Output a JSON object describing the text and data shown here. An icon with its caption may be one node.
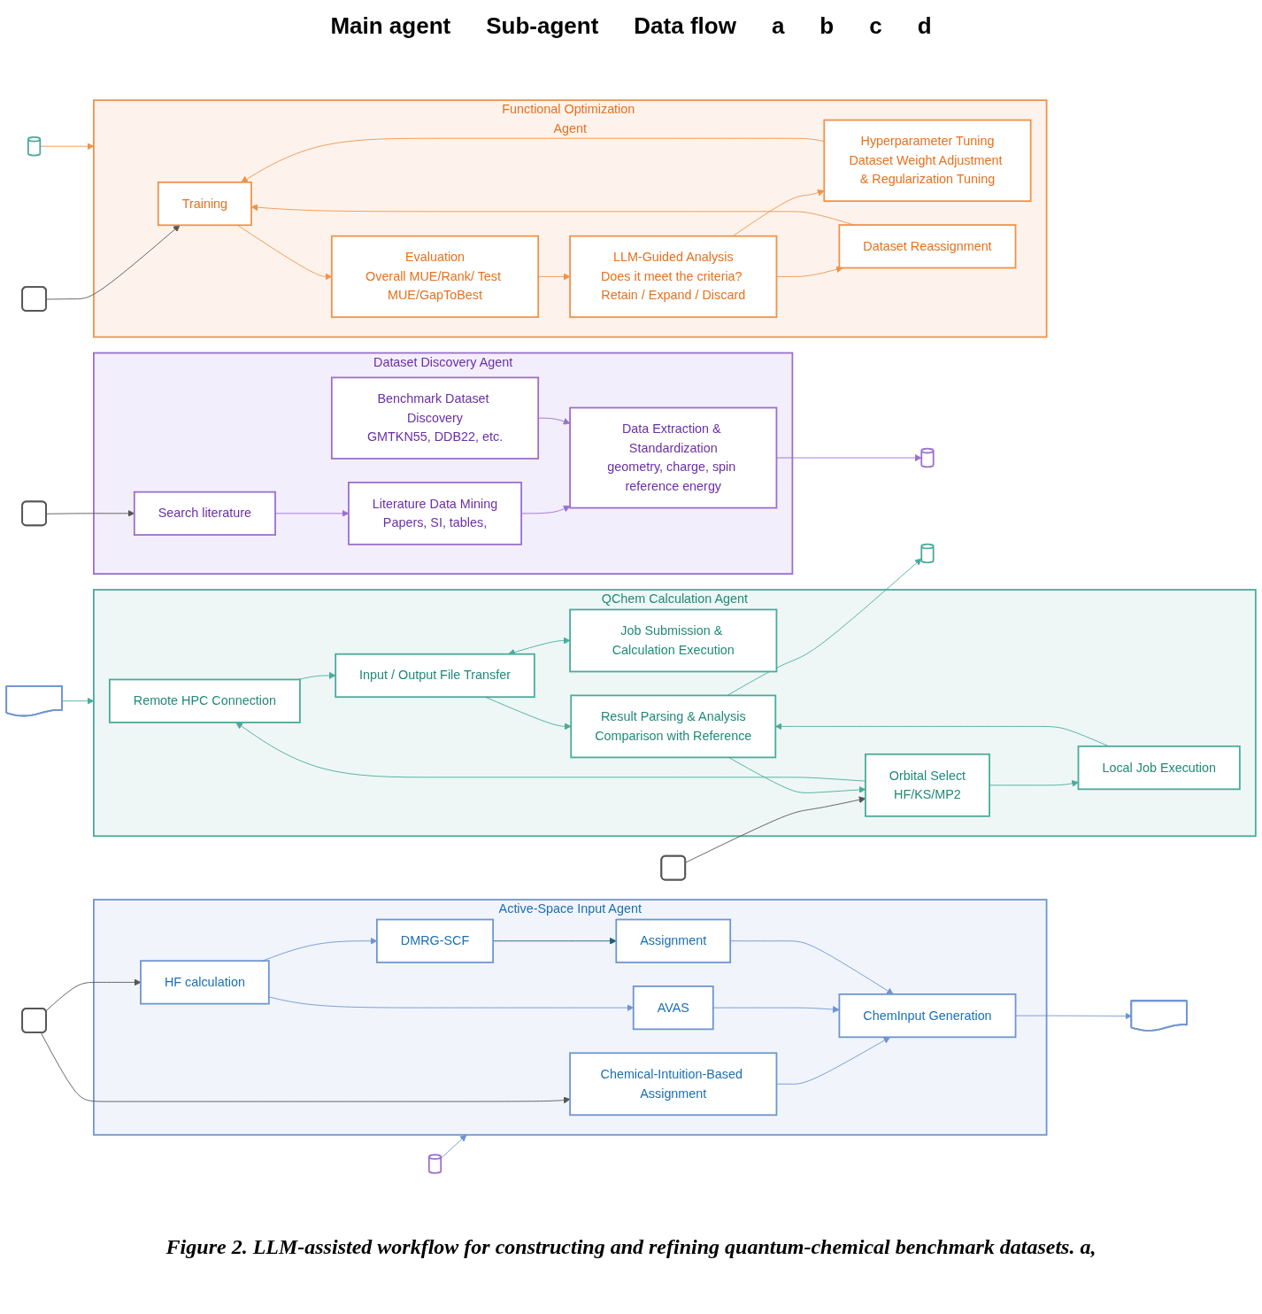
{
  "diagram": {
    "caption": "Figure 2. LLM-assisted workflow for constructing and refining quantum-chemical benchmark datasets. a,",
    "nodes": [
      {
        "text": [
          "Dataset Discovery Agent"
        ]
      },
      {
        "text": [
          "Search literature"
        ],
        "in": 0
      },
      {
        "text": [
          "Literature Data Mining",
          "Papers, SI, tables,"
        ],
        "in": 0
      },
      {
        "text": [
          "Benchmark Dataset Discovery",
          "GMTKN55, DDB22, etc."
        ],
        "in": 0
      },
      {
        "text": [
          "Data Extraction & Standardization",
          "geometry, charge, spin reference energy"
        ],
        "in": 0
      },
      {
        "text": [
          "Active-Space Input Agent"
        ]
      },
      {
        "text": [
          "Chemical-Intuition-Based Assignment"
        ],
        "in": 5
      },
      {
        "text": [
          "HF calculation"
        ],
        "in": 5
      },
      {
        "text": [
          "AVAS"
        ],
        "in": 5
      },
      {
        "text": [
          "DMRG-SCF"
        ],
        "in": 5
      },
      {
        "text": [
          "Assignment"
        ],
        "in": 5
      },
      {
        "text": [
          "ChemInput Generation"
        ],
        "in": 5
      },
      {
        "text": [
          "QChem Calculation Agent"
        ]
      },
      {
        "text": [
          "Remote HPC Connection"
        ],
        "in": 12
      },
      {
        "text": [
          "Input / Output File Transfer"
        ],
        "in": 12
      },
      {
        "text": [
          "Job Submission & Calculation Execution"
        ],
        "in": 12
      },
      {
        "text": [
          "Orbital Select",
          "HF/KS/MP2"
        ],
        "in": 12
      },
      {
        "text": [
          "Result Parsing & Analysis",
          "Comparison with Reference"
        ],
        "in": 12
      },
      {
        "text": [
          "Local Job Execution"
        ],
        "in": 12
      },
      {
        "text": [
          "Functional Optimization Agent"
        ]
      },
      {
        "text": [
          "Training"
        ],
        "in": 19
      },
      {
        "text": [
          "Evaluation",
          "Overall MUE/Rank/ Test MUE/GapToBest"
        ],
        "in": 19
      },
      {
        "text": [
          "LLM-Guided Analysis",
          "Does it meet the criteria? Retain / Expand / Discard"
        ],
        "in": 19
      },
      {
        "text": [
          "Hyperparameter Tuning",
          "Dataset Weight Adjustment & Regularization Tuning"
        ],
        "in": 19
      },
      {
        "text": [
          "Dataset Reassignment"
        ],
        "in": 19
      },
      {
        "text": [],
        "shape": "clipboard"
      },
      {
        "text": [],
        "shape": "clipboard"
      },
      {
        "text": [],
        "shape": "clipboard"
      },
      {
        "text": [],
        "shape": "clipboard"
      },
      {
        "text": [],
        "shape": "cylinder"
      },
      {
        "text": [],
        "shape": "cylinder"
      },
      {
        "text": [],
        "shape": "document"
      },
      {
        "text": [],
        "shape": "document"
      },
      {
        "text": [],
        "shape": "cylinder"
      },
      {
        "text": [],
        "shape": "cylinder"
      }
    ],
    "edges": [
      {
        "from": 25,
        "to": 1,
        "arrow": "to",
        "color": "#555555"
      },
      {
        "from": 1,
        "to": 2,
        "arrow": "to",
        "color": "#9b6fcf"
      },
      {
        "from": 2,
        "to": 4,
        "arrow": "to",
        "color": "#9b6fcf"
      },
      {
        "from": 3,
        "to": 4,
        "arrow": "to",
        "color": "#9b6fcf"
      },
      {
        "from": 4,
        "to": 29,
        "arrow": "to",
        "color": "#9b6fcf"
      },
      {
        "from": 30,
        "to": 5,
        "arrow": "to",
        "color": "#6f95d0"
      },
      {
        "from": 26,
        "to": 6,
        "arrow": "to",
        "color": "#555555"
      },
      {
        "from": 26,
        "to": 7,
        "arrow": "to",
        "color": "#555555"
      },
      {
        "from": 7,
        "to": 8,
        "arrow": "to",
        "color": "#6f95d0"
      },
      {
        "from": 7,
        "to": 9,
        "arrow": "to",
        "color": "#6f95d0"
      },
      {
        "from": 9,
        "to": 10,
        "arrow": "to",
        "color": "#1f5f7a"
      },
      {
        "from": 6,
        "to": 11,
        "arrow": "to",
        "color": "#6f95d0"
      },
      {
        "from": 8,
        "to": 11,
        "arrow": "to",
        "color": "#6f95d0"
      },
      {
        "from": 10,
        "to": 11,
        "arrow": "to",
        "color": "#6f95d0"
      },
      {
        "from": 11,
        "to": 31,
        "arrow": "to",
        "color": "#6f95d0"
      },
      {
        "from": 32,
        "to": 12,
        "arrow": "to",
        "color": "#4aab9b"
      },
      {
        "from": 27,
        "to": 16,
        "arrow": "to",
        "color": "#555555"
      },
      {
        "from": 16,
        "to": 13,
        "arrow": "to",
        "color": "#4aab9b"
      },
      {
        "from": 13,
        "to": 14,
        "arrow": "to",
        "color": "#4aab9b"
      },
      {
        "from": 14,
        "to": 15,
        "arrow": "both",
        "color": "#4aab9b"
      },
      {
        "from": 14,
        "to": 17,
        "arrow": "to",
        "color": "#4aab9b"
      },
      {
        "from": 17,
        "to": 16,
        "arrow": "to",
        "color": "#4aab9b"
      },
      {
        "from": 16,
        "to": 18,
        "arrow": "to",
        "color": "#4aab9b"
      },
      {
        "from": 18,
        "to": 17,
        "arrow": "to",
        "color": "#4aab9b"
      },
      {
        "from": 17,
        "to": 33,
        "arrow": "to",
        "color": "#4aab9b"
      },
      {
        "from": 34,
        "to": 19,
        "arrow": "to",
        "color": "#f0924a"
      },
      {
        "from": 28,
        "to": 20,
        "arrow": "to",
        "color": "#555555"
      },
      {
        "from": 20,
        "to": 21,
        "arrow": "to",
        "color": "#f0924a"
      },
      {
        "from": 21,
        "to": 22,
        "arrow": "to",
        "color": "#f0924a"
      },
      {
        "from": 22,
        "to": 23,
        "arrow": "to",
        "color": "#f0924a"
      },
      {
        "from": 22,
        "to": 24,
        "arrow": "to",
        "color": "#f0924a"
      },
      {
        "from": 23,
        "to": 20,
        "arrow": "to",
        "color": "#f0924a"
      },
      {
        "from": 24,
        "to": 20,
        "arrow": "to",
        "color": "#f0924a"
      }
    ],
    "labels": [
      "Main agent",
      "Sub-agent",
      "Data flow",
      "a",
      "b",
      "c",
      "d"
    ]
  }
}
